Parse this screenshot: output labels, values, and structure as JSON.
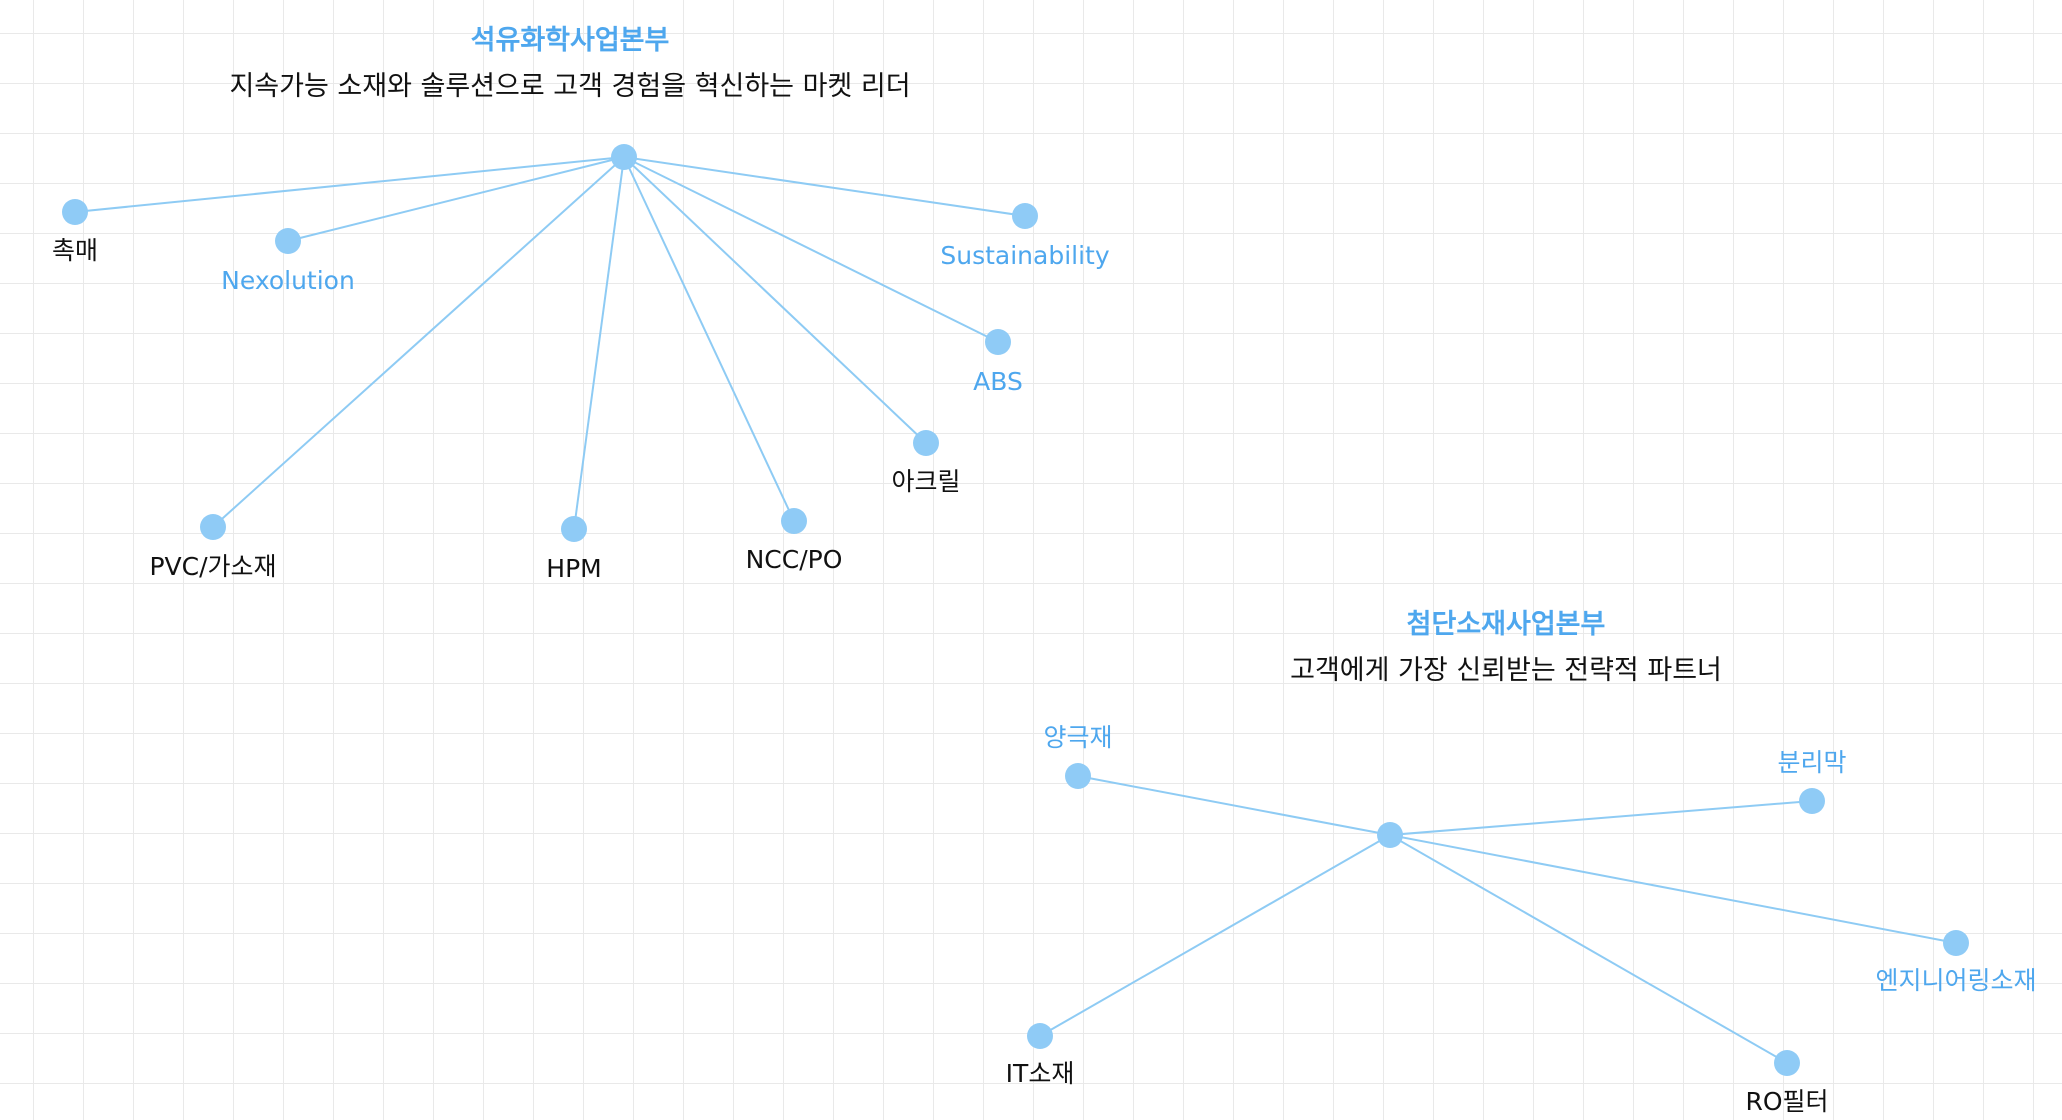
{
  "colors": {
    "accent": "#4ea7ee",
    "node": "#8fcbf6",
    "link": "#8ecbf4",
    "text": "#111111",
    "grid": "#e9e9e9"
  },
  "diagram": {
    "hub1": {
      "title": "석유화학사업본부",
      "subtitle": "지속가능 소재와 솔루션으로 고객 경험을 혁신하는 마켓 리더",
      "children": [
        "촉매",
        "Nexolution",
        "PVC/가소재",
        "HPM",
        "NCC/PO",
        "아크릴",
        "ABS",
        "Sustainability"
      ]
    },
    "hub2": {
      "title": "첨단소재사업본부",
      "subtitle": "고객에게 가장 신뢰받는 전략적 파트너",
      "children": [
        "양극재",
        "분리막",
        "엔지니어링소재",
        "RO필터",
        "IT소재"
      ]
    }
  }
}
